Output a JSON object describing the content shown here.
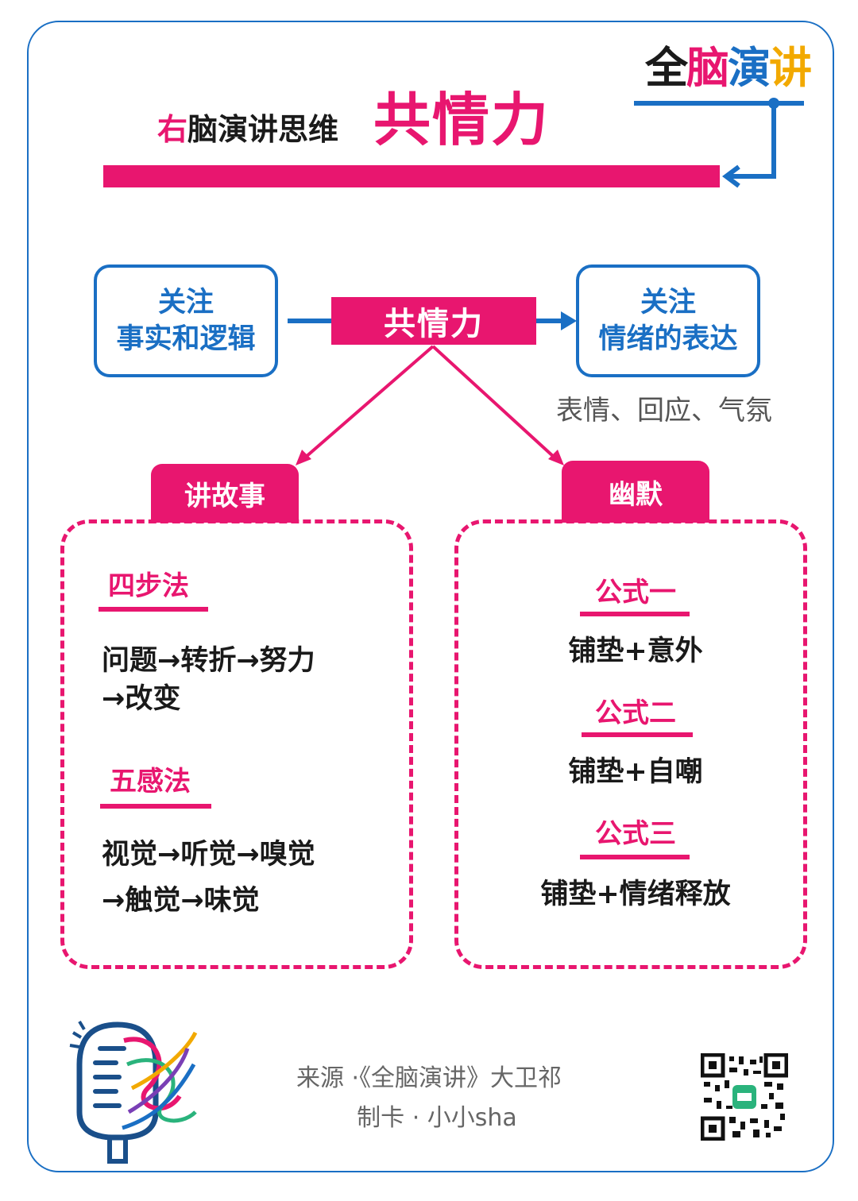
{
  "logo": {
    "part1": "全",
    "part2": "脑",
    "part3": "演",
    "part4": "讲"
  },
  "header": {
    "prefix_red": "右",
    "prefix_rest": "脑演讲思维",
    "title": "共情力"
  },
  "diagram": {
    "left_box": {
      "line1": "关注",
      "line2": "事实和逻辑"
    },
    "center": "共情力",
    "right_box": {
      "line1": "关注",
      "line2": "情绪的表达"
    },
    "right_note": "表情、回应、气氛"
  },
  "story": {
    "tab": "讲故事",
    "method1": {
      "title": "四步法",
      "line1": "问题→转折→努力",
      "line2": "→改变"
    },
    "method2": {
      "title": "五感法",
      "line1": "视觉→听觉→嗅觉",
      "line2": "→触觉→味觉"
    }
  },
  "humor": {
    "tab": "幽默",
    "formulas": [
      {
        "title": "公式一",
        "text": "铺垫+意外"
      },
      {
        "title": "公式二",
        "text": "铺垫+自嘲"
      },
      {
        "title": "公式三",
        "text": "铺垫+情绪释放"
      }
    ]
  },
  "footer": {
    "source": "来源 ·《全脑演讲》大卫祁",
    "author": "制卡 · 小小sha"
  },
  "colors": {
    "accent": "#e8166f",
    "blue": "#1a6fc4"
  }
}
